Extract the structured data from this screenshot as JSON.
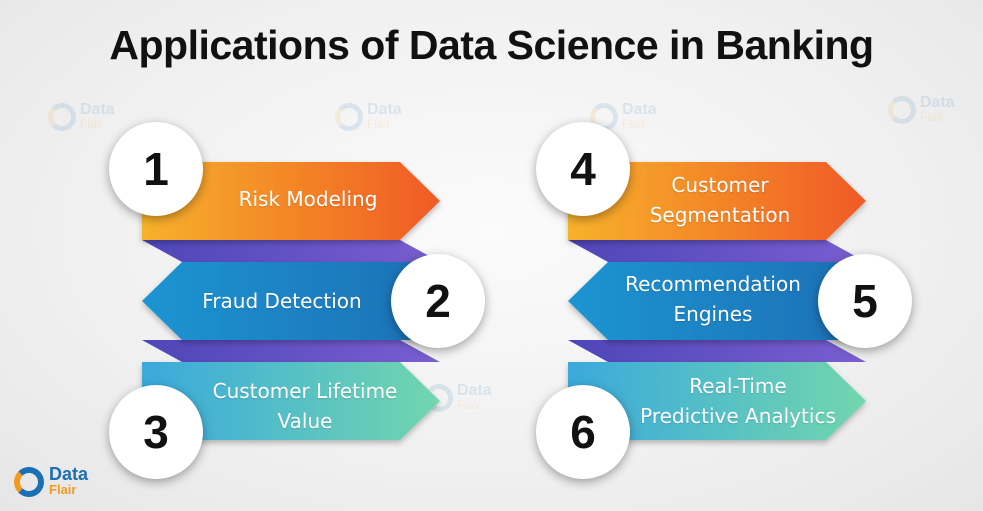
{
  "title": "Applications of Data Science in Banking",
  "items": [
    {
      "number": "1",
      "label": "Risk Modeling"
    },
    {
      "number": "2",
      "label": "Fraud Detection"
    },
    {
      "number": "3",
      "label": "Customer Lifetime\nValue"
    },
    {
      "number": "4",
      "label": "Customer\nSegmentation"
    },
    {
      "number": "5",
      "label": "Recommendation\nEngines"
    },
    {
      "number": "6",
      "label": "Real-Time\nPredictive Analytics"
    }
  ],
  "watermark": {
    "line1": "Data",
    "line2": "Flair"
  },
  "logo": {
    "line1": "Data",
    "line2": "Flair"
  },
  "colors": {
    "orange_light": "#f7b22a",
    "orange_dark": "#f05a26",
    "blue_light": "#1a95d2",
    "blue_dark": "#1f6fb5",
    "teal_light": "#3aa9dc",
    "teal_dark": "#6fd1b0",
    "connector": "#6a55c6"
  }
}
